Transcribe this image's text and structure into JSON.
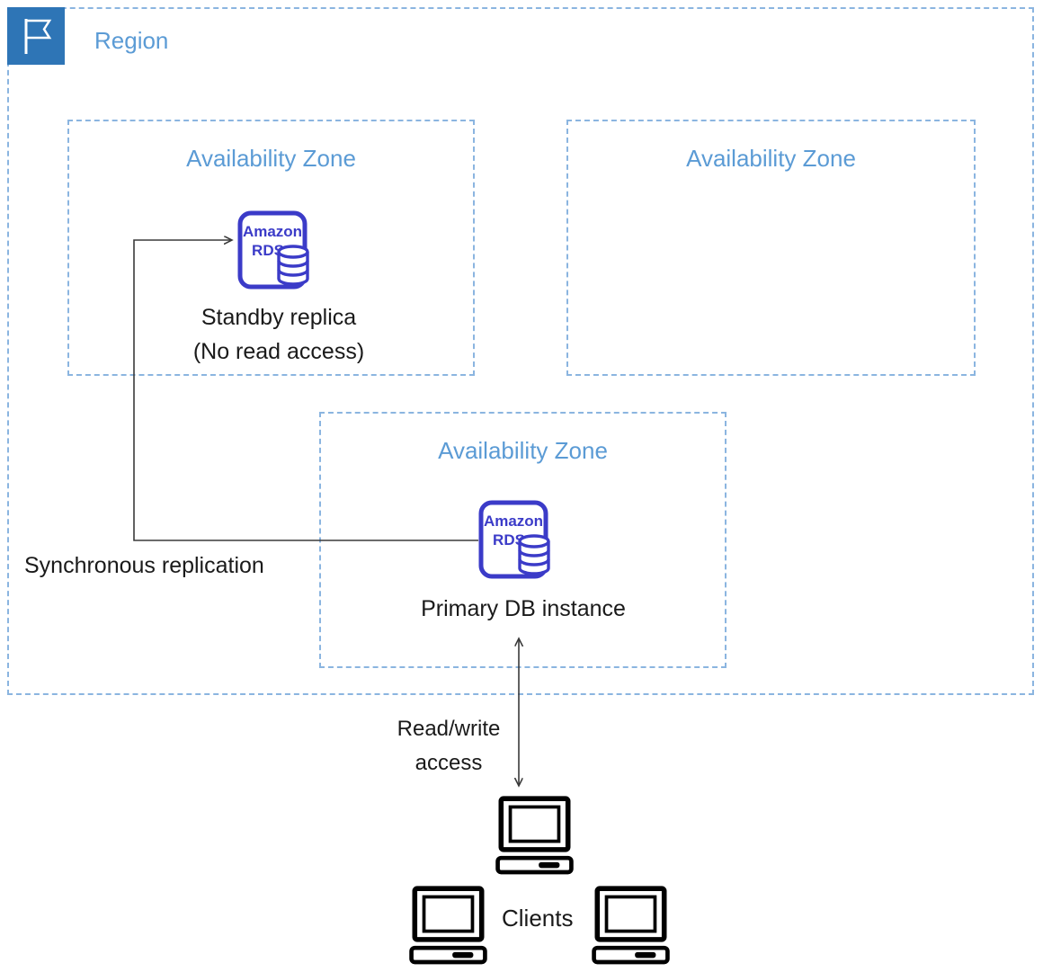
{
  "colors": {
    "accent_blue": "#5b9bd5",
    "border_blue": "#8bb5e0",
    "flag_bg": "#2e75b6",
    "rds_purple": "#3b3bc8",
    "line_dark": "#3a3a3a"
  },
  "region": {
    "label": "Region"
  },
  "availability_zones": [
    {
      "label": "Availability Zone"
    },
    {
      "label": "Availability Zone"
    },
    {
      "label": "Availability Zone"
    }
  ],
  "nodes": {
    "standby": {
      "icon_line1": "Amazon",
      "icon_line2": "RDS",
      "label_line1": "Standby replica",
      "label_line2": "(No read access)"
    },
    "primary": {
      "icon_line1": "Amazon",
      "icon_line2": "RDS",
      "label": "Primary DB instance"
    }
  },
  "edges": {
    "sync": {
      "label": "Synchronous replication"
    },
    "readwrite": {
      "label_line1": "Read/write",
      "label_line2": "access"
    }
  },
  "clients": {
    "label": "Clients"
  }
}
